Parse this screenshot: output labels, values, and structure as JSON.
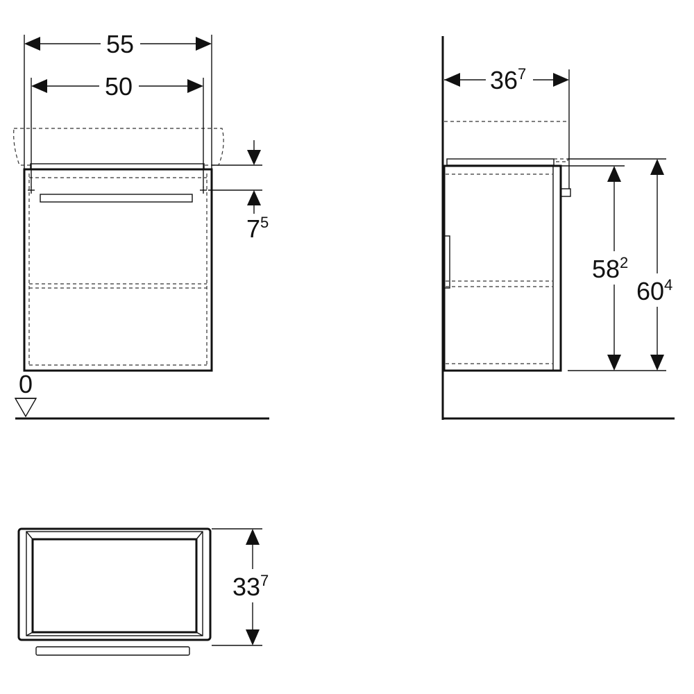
{
  "front_view": {
    "overall_width": {
      "value": "55",
      "sup": ""
    },
    "fixing_width": {
      "value": "50",
      "sup": ""
    },
    "handle_offset": {
      "value": "7",
      "sup": "5"
    },
    "floor_reference": "0"
  },
  "side_view": {
    "depth": {
      "value": "36",
      "sup": "7"
    },
    "body_height": {
      "value": "58",
      "sup": "2"
    },
    "total_height": {
      "value": "60",
      "sup": "4"
    }
  },
  "top_view": {
    "depth": {
      "value": "33",
      "sup": "7"
    }
  }
}
